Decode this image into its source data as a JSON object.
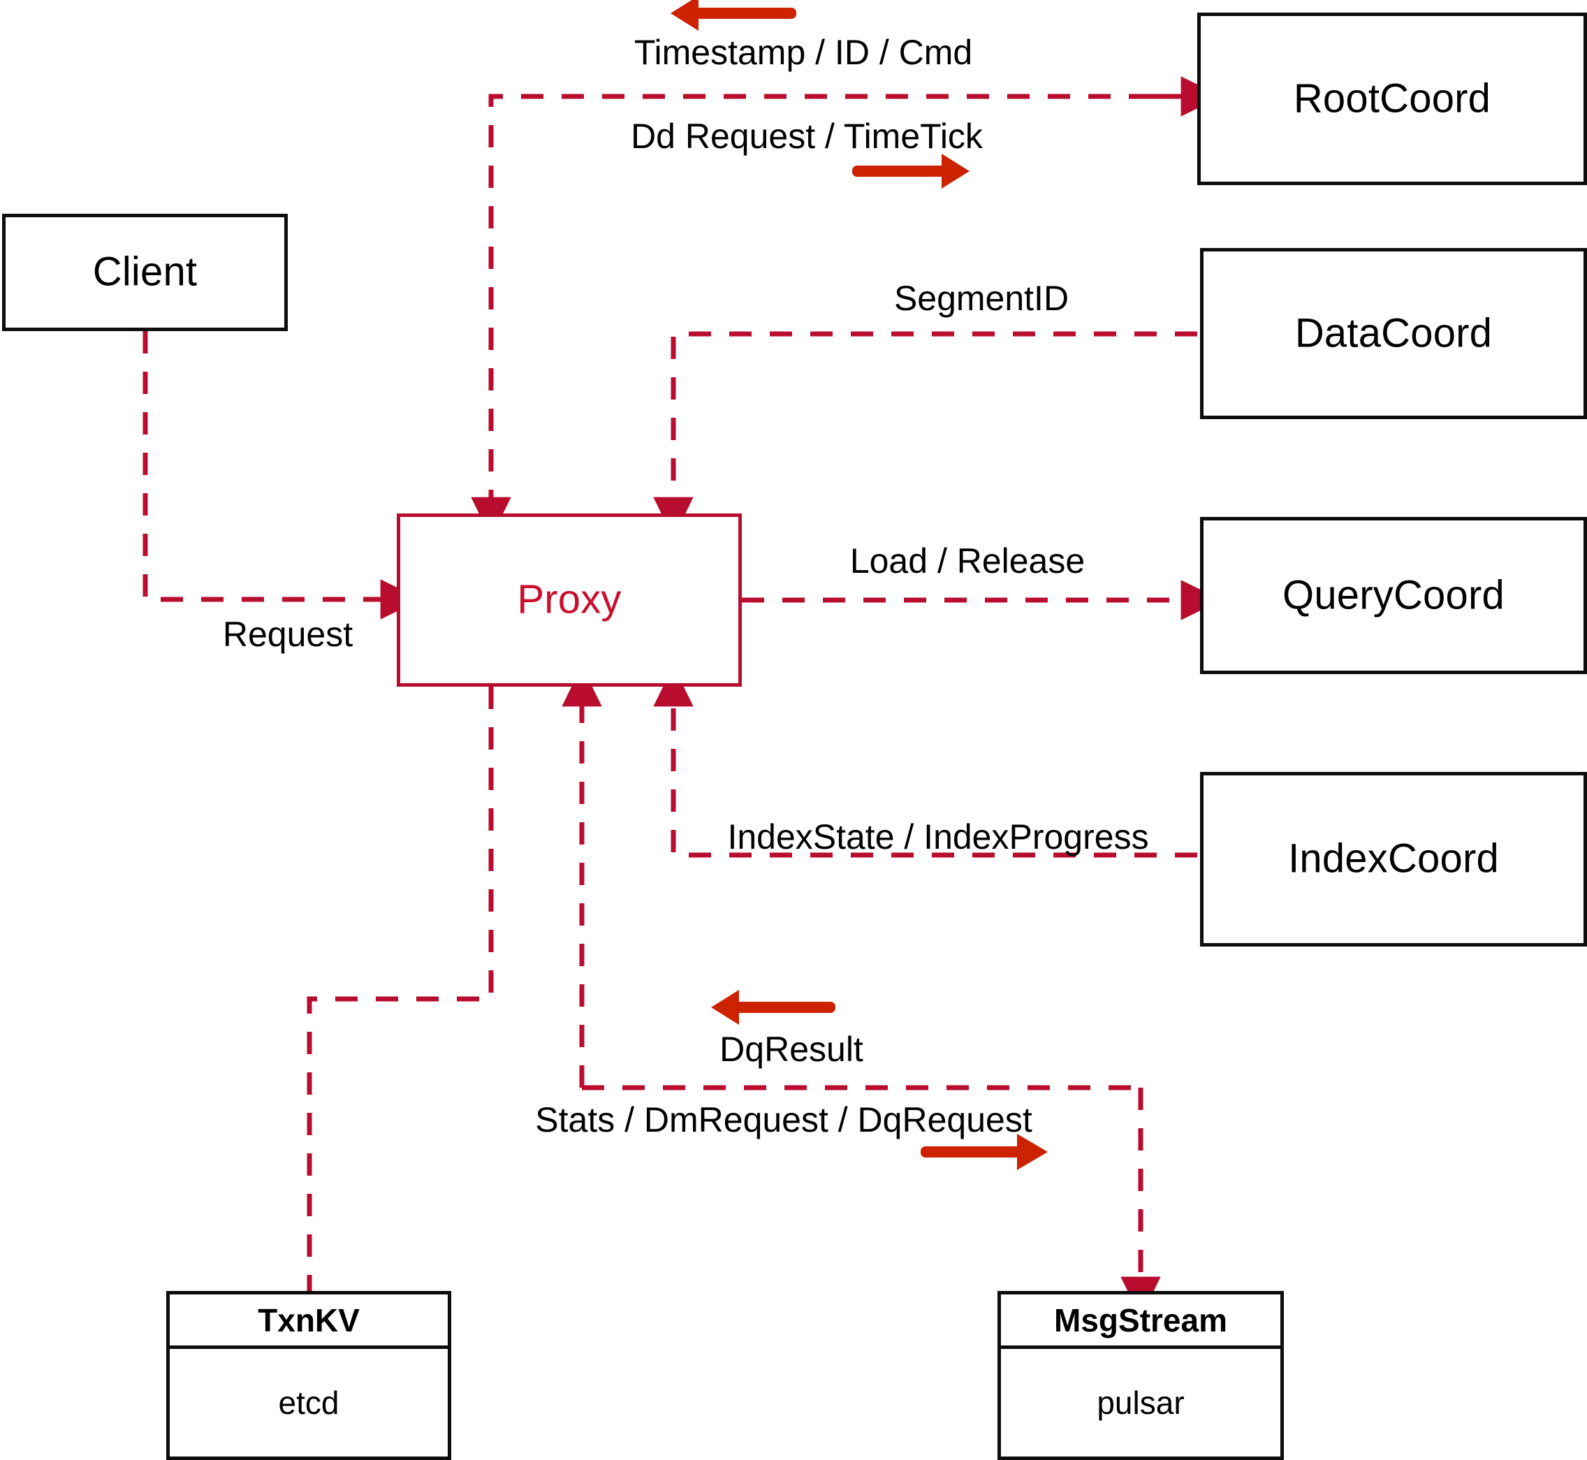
{
  "diagram": {
    "title": "Milvus Proxy interaction diagram",
    "colors": {
      "node_border": "#0d0d0d",
      "proxy_border": "#b90d2f",
      "proxy_text": "#c8102e",
      "dashed_edge": "#b90d2f",
      "legend_arrow": "#cc2200",
      "background": "#ffffff"
    }
  },
  "nodes": {
    "client": {
      "label": "Client"
    },
    "proxy": {
      "label": "Proxy"
    },
    "root_coord": {
      "label": "RootCoord"
    },
    "data_coord": {
      "label": "DataCoord"
    },
    "query_coord": {
      "label": "QueryCoord"
    },
    "index_coord": {
      "label": "IndexCoord"
    },
    "txn_kv": {
      "title": "TxnKV",
      "impl": "etcd"
    },
    "msg_stream": {
      "title": "MsgStream",
      "impl": "pulsar"
    }
  },
  "edges": {
    "client_to_proxy": {
      "label": "Request"
    },
    "rootcoord_in": {
      "label": "Timestamp / ID / Cmd"
    },
    "rootcoord_out": {
      "label": "Dd Request / TimeTick"
    },
    "datacoord": {
      "label": "SegmentID"
    },
    "querycoord": {
      "label": "Load / Release"
    },
    "indexcoord": {
      "label": "IndexState / IndexProgress"
    },
    "msgstream_in": {
      "label": "DqResult"
    },
    "msgstream_out": {
      "label": "Stats / DmRequest / DqRequest"
    }
  }
}
